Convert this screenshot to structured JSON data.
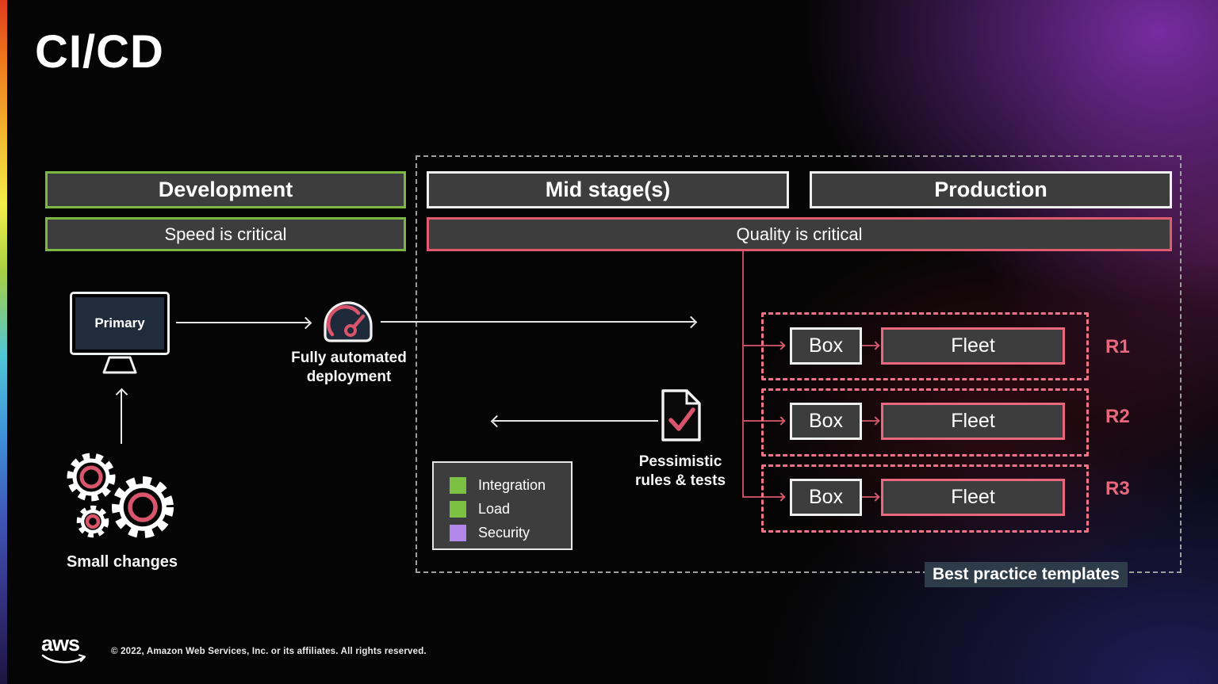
{
  "title": "CI/CD",
  "stages": {
    "development": "Development",
    "development_note": "Speed is critical",
    "mid": "Mid stage(s)",
    "production": "Production",
    "quality_note": "Quality is critical"
  },
  "pipeline": {
    "primary": "Primary",
    "deployment_line1": "Fully automated",
    "deployment_line2": "deployment",
    "small_changes": "Small changes",
    "pessimistic_line1": "Pessimistic",
    "pessimistic_line2": "rules & tests"
  },
  "legend": {
    "items": [
      {
        "label": "Integration",
        "color": "#7cc142"
      },
      {
        "label": "Load",
        "color": "#7cc142"
      },
      {
        "label": "Security",
        "color": "#b287ea"
      }
    ]
  },
  "releases": [
    {
      "box": "Box",
      "fleet": "Fleet",
      "label": "R1"
    },
    {
      "box": "Box",
      "fleet": "Fleet",
      "label": "R2"
    },
    {
      "box": "Box",
      "fleet": "Fleet",
      "label": "R3"
    }
  ],
  "best_practice_label": "Best practice templates",
  "footer": {
    "logo_text": "aws",
    "copyright": "© 2022, Amazon Web Services, Inc. or its affiliates. All rights reserved."
  },
  "icons": {
    "monitor": "monitor-icon",
    "gauge": "speedometer-gauge-icon",
    "gears": "gears-icon",
    "document": "document-check-icon",
    "logo": "aws-smile-logo"
  },
  "colors": {
    "accent_green": "#7cb843",
    "accent_pink": "#e05a70",
    "dashed_pink": "#ef7389",
    "connector_pink": "#c24d5f",
    "panel_gray": "#3d3d3d",
    "screen_navy": "#202c3c",
    "glow_purple": "#7b2ea6",
    "label_slate": "#2e3c49"
  }
}
